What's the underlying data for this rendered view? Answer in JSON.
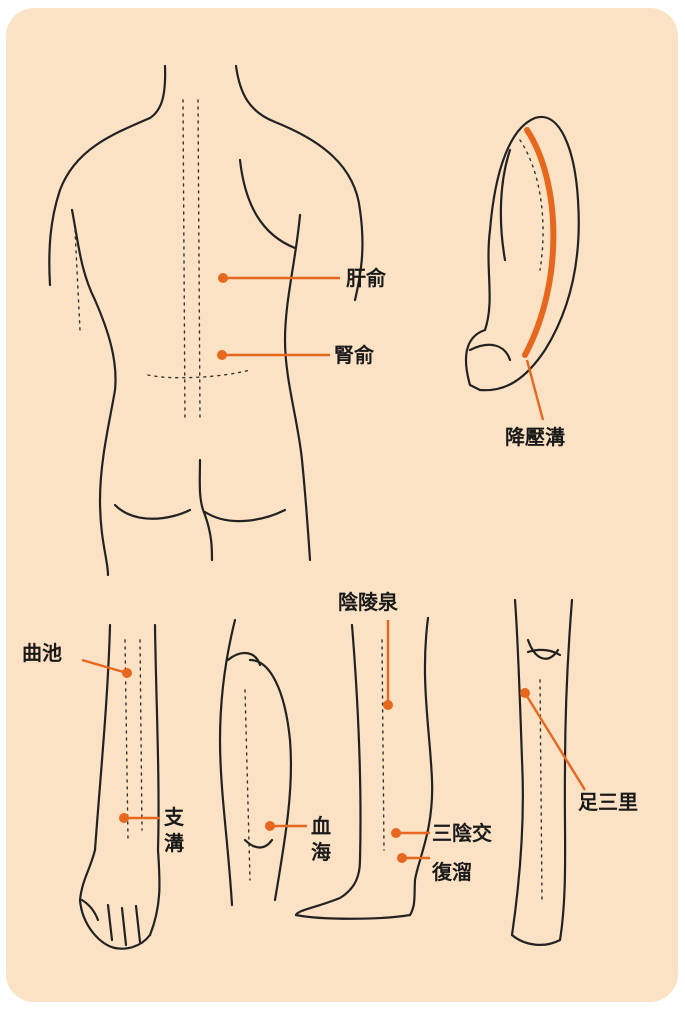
{
  "colors": {
    "background": "#fbe2c4",
    "accent": "#e8671f",
    "ink": "#222222"
  },
  "points": {
    "ganshu": "肝俞",
    "shenshu": "腎俞",
    "jiangyagou": "降壓溝",
    "quchi": "曲池",
    "zhigou": "支溝",
    "xuehai": "血海",
    "yinlingquan": "陰陵泉",
    "sanyinjiao": "三陰交",
    "fuliu": "復溜",
    "zusanli": "足三里"
  }
}
